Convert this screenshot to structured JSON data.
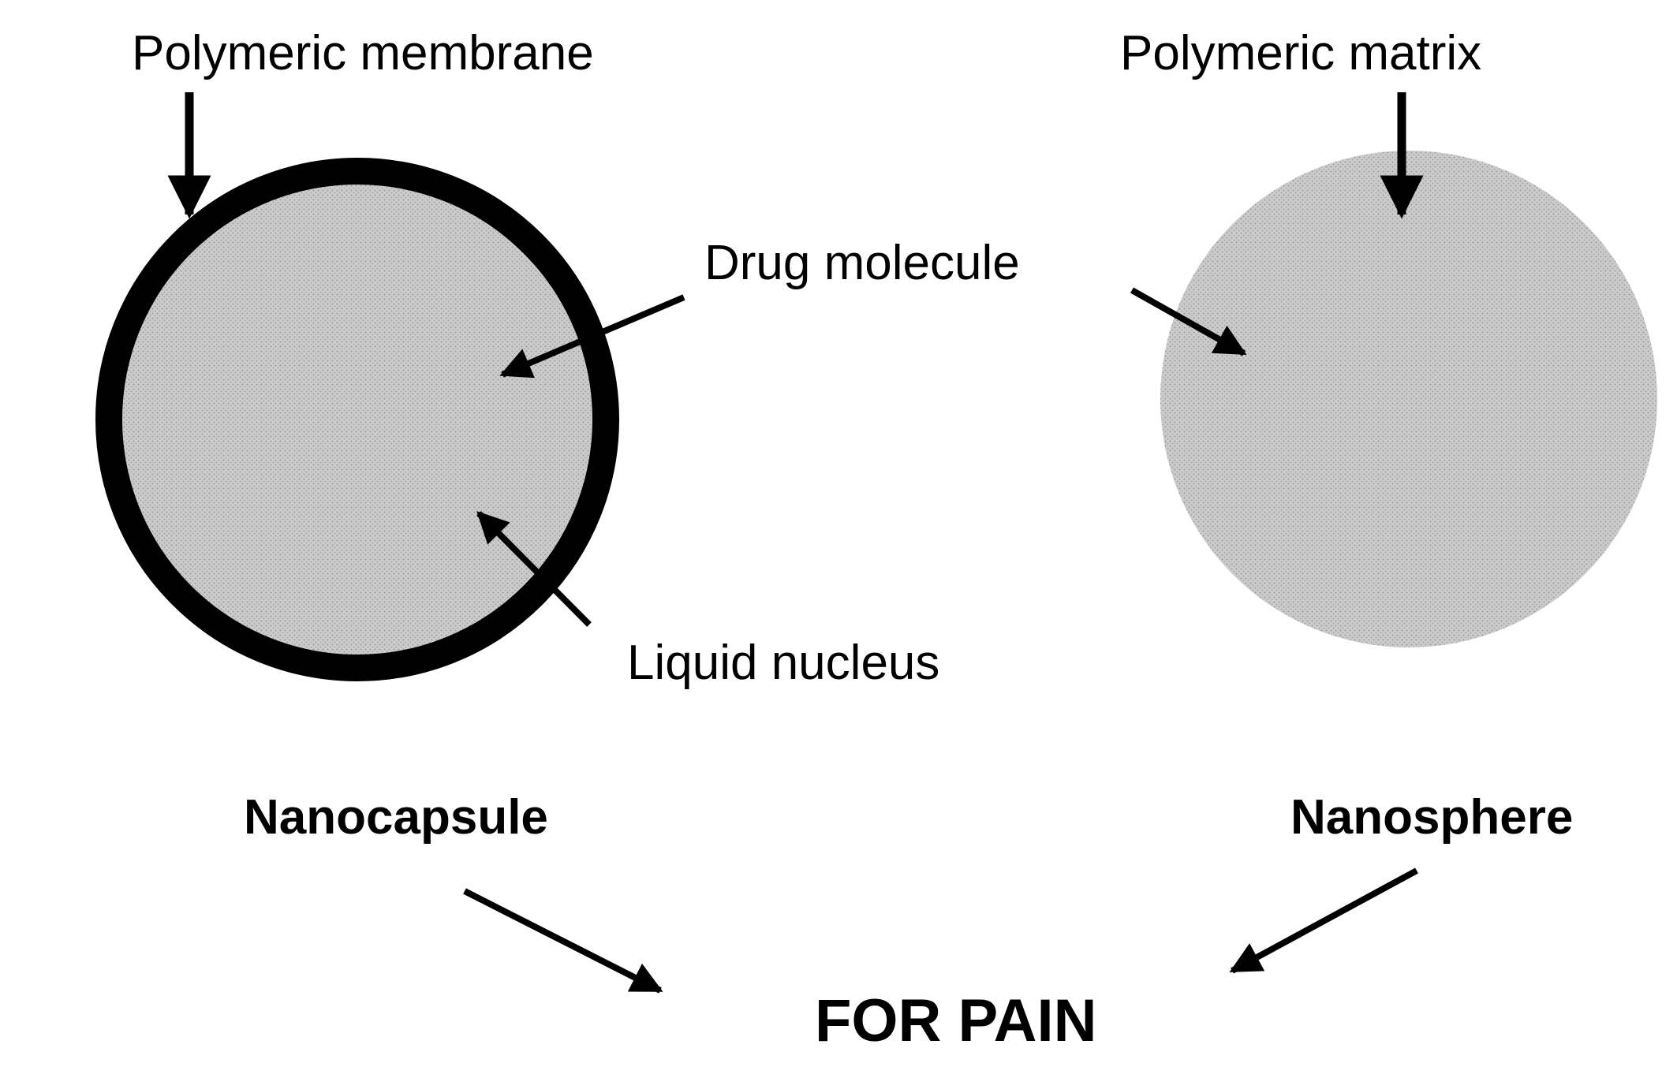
{
  "labels": {
    "polymeric_membrane": "Polymeric membrane",
    "polymeric_matrix": "Polymeric matrix",
    "drug_molecule": "Drug molecule",
    "liquid_nucleus": "Liquid nucleus",
    "nanocapsule": "Nanocapsule",
    "nanosphere": "Nanosphere",
    "for_pain": "FOR PAIN"
  },
  "colors": {
    "fill_gray": "#c8c8c8",
    "outline": "#000000"
  }
}
